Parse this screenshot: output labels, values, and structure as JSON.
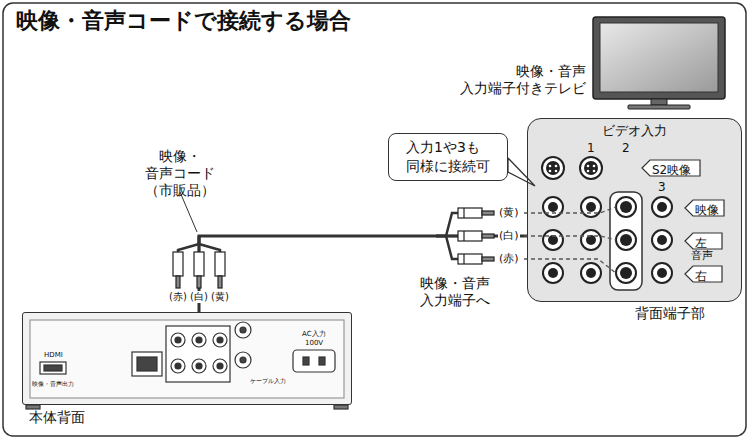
{
  "diagram": {
    "title": "映像・音声コードで接続する場合",
    "nodes": [
      {
        "text": [
          "ビデオ入力",
          "背面端子部"
        ]
      },
      {
        "text": [
          "S2映像"
        ],
        "in": 0
      },
      {
        "text": [
          "映像"
        ],
        "in": 0
      },
      {
        "text": [
          "左"
        ],
        "in": 0
      },
      {
        "text": [
          "右"
        ],
        "in": 0
      },
      {
        "text": [
          "入力1や3も 同様に接続可"
        ]
      },
      {
        "text": [
          "本体背面"
        ]
      }
    ],
    "edges": [
      {
        "from": 6,
        "to": 0,
        "arrow": "none"
      }
    ],
    "labels": [
      "映像・音声 入力端子付きテレビ",
      "1",
      "2",
      "3",
      "音声",
      "映像・音声コード （市販品）",
      "(黄)",
      "(白)",
      "(赤)",
      "映像・音声 入力端子へ",
      "(赤)",
      "(白)",
      "(黄)",
      "HDMI",
      "映像・音声出力",
      "ケーブル入力",
      "AC入力",
      "100V"
    ]
  }
}
